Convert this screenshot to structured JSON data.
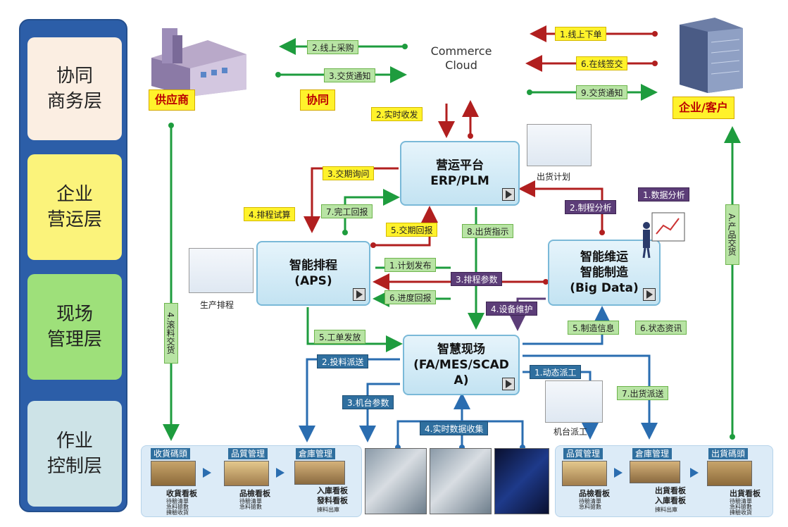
{
  "layers": [
    "协同\n商务层",
    "企业\n营运层",
    "现场\n管理层",
    "作业\n控制层"
  ],
  "cloud_label": "Commerce\nCloud",
  "entities": {
    "supplier": "供应商",
    "collab": "协同",
    "customer": "企业/客户"
  },
  "systems": {
    "erp": {
      "cn": "营运平台",
      "en": "ERP/PLM"
    },
    "aps": {
      "cn": "智能排程",
      "en": "(APS)"
    },
    "bigdata": {
      "cn1": "智能维运",
      "cn2": "智能制造",
      "en": "(Big Data)"
    },
    "mes": {
      "cn": "智慧现场",
      "en1": "(FA/MES/SCAD",
      "en2": "A)"
    }
  },
  "flows": {
    "online_purchase": "2.线上采购",
    "delivery_notice_a": "3.交货通知",
    "online_order": "1.线上下单",
    "online_sign": "6.在线签交",
    "delivery_notice_b": "9.交货通知",
    "realtime_sync": "2.实时收发",
    "delivery_inquiry": "3.交期询问",
    "schedule_trial": "4.排程试算",
    "completion_report": "7.完工回报",
    "delivery_reply": "5.交期回报",
    "shipping_instruction": "8.出货指示",
    "data_analysis": "1.数据分析",
    "process_analysis": "2.制程分析",
    "plan_release": "1.计划发布",
    "schedule_params": "3.排程参数",
    "progress_report": "6.进度回报",
    "equipment_maint": "4.设备维护",
    "mfg_info": "5.制造信息",
    "status_info": "6.状态资讯",
    "work_order": "5.工单发放",
    "material_dispatch": "2.投料派送",
    "machine_params": "3.机台参数",
    "dynamic_dispatch": "1.动态派工",
    "shipping_dispatch": "7.出货派送",
    "realtime_collect": "4.实时数据收集",
    "receipt_delivery": "4.滚料交货",
    "product_delivery": "A.产品交货"
  },
  "labels": {
    "shipping_plan": "出货计划",
    "production_schedule": "生产排程",
    "machine_dispatch": "机台派工"
  },
  "stations_left": [
    {
      "title": "收貨碼頭",
      "board": "收貨看板",
      "sub1": "待驗清單",
      "sub2": "急料搶數",
      "sub3": "揀驗收貨"
    },
    {
      "title": "品質管理",
      "board": "品檢看板",
      "sub1": "待驗清單",
      "sub2": "急料搶數",
      "sub3": ""
    },
    {
      "title": "倉庫管理",
      "board": "入庫看板",
      "board2": "發料看板",
      "sub3": "揀料出庫"
    }
  ],
  "stations_right": [
    {
      "title": "品質管理",
      "board": "品檢看板",
      "sub1": "待驗清單",
      "sub2": "急料搶數"
    },
    {
      "title": "倉庫管理",
      "board": "出貨看板",
      "board2": "入庫看板",
      "sub3": "揀料出庫"
    },
    {
      "title": "出貨碼頭",
      "board": "出貨看板",
      "sub1": "待驗清單",
      "sub2": "急料搶數",
      "sub3": "揀驗收貨"
    }
  ],
  "colors": {
    "red": "#b11f1f",
    "green": "#1e9c3e",
    "blue": "#2a6db0",
    "purple": "#5c3d78",
    "yellow": "#fff22b"
  }
}
